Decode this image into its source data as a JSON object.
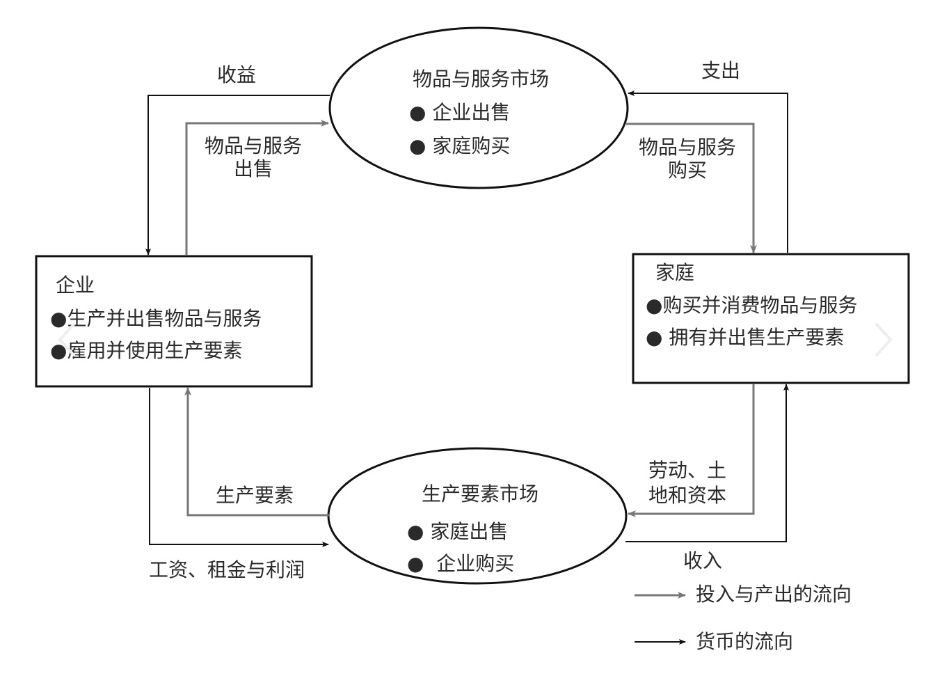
{
  "goods_market": {
    "title": "物品与服务市场",
    "bullets": [
      "企业出售",
      "家庭购买"
    ]
  },
  "factor_market": {
    "title": "生产要素市场",
    "bullets": [
      "家庭出售",
      "企业购买"
    ]
  },
  "firms": {
    "title": "企业",
    "bullets": [
      "生产并出售物品与服务",
      "雇用并使用生产要素"
    ]
  },
  "households": {
    "title": "家庭",
    "bullets": [
      "购买并消费物品与服务",
      "拥有并出售生产要素"
    ]
  },
  "flows": {
    "revenue": "收益",
    "goods_sold_1": "物品与服务",
    "goods_sold_2": "出售",
    "spending": "支出",
    "goods_bought_1": "物品与服务",
    "goods_bought_2": "购买",
    "factors": "生产要素",
    "wages": "工资、租金与利润",
    "labor_1": "劳动、土",
    "labor_2": "地和资本",
    "income": "收入"
  },
  "legend": {
    "goods_flow": "投入与产出的流向",
    "money_flow": "货币的流向"
  },
  "colors": {
    "goods_flow": "#777777",
    "money_flow": "#111111"
  }
}
